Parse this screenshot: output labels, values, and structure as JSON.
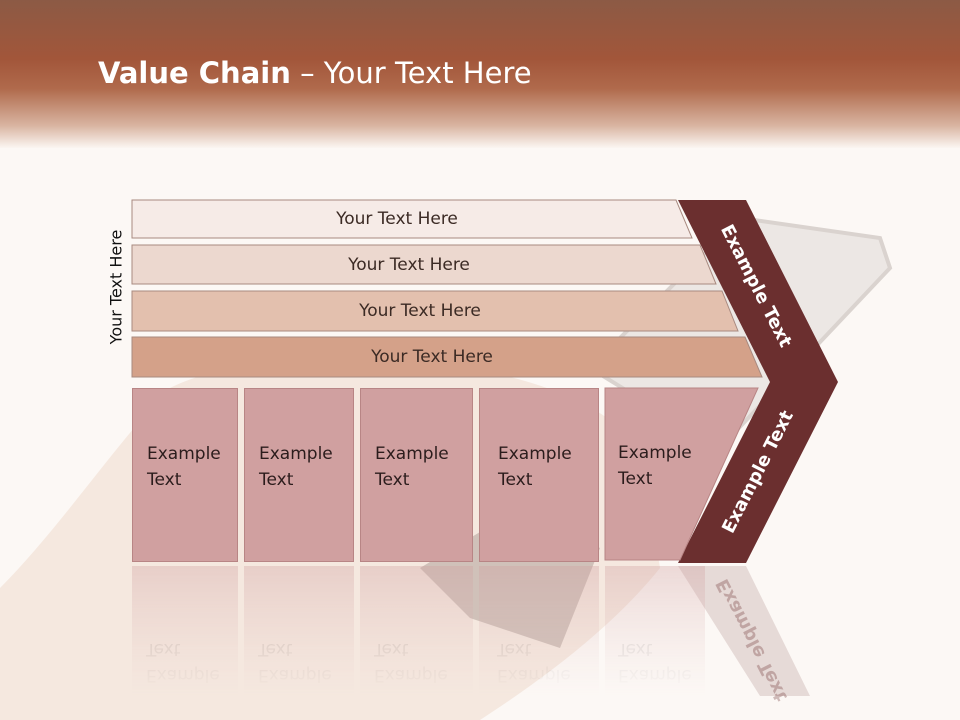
{
  "slide": {
    "title_bold": "Value Chain",
    "title_rest": " – Your Text Here",
    "vertical_label": "Your Text Here",
    "rows": [
      "Your Text Here",
      "Your Text Here",
      "Your Text Here",
      "Your Text Here"
    ],
    "columns": [
      {
        "line1": "Example",
        "line2": "Text"
      },
      {
        "line1": "Example",
        "line2": "Text"
      },
      {
        "line1": "Example",
        "line2": "Text"
      },
      {
        "line1": "Example",
        "line2": "Text"
      },
      {
        "line1": "Example",
        "line2": "Text"
      }
    ],
    "arrow_top_label": "Example Text",
    "arrow_bottom_label": "Example Text",
    "colors": {
      "header": "#a2563a",
      "row1": "#f6ebe7",
      "row2": "#ecd8cf",
      "row3": "#e3c0ae",
      "row4": "#d4a189",
      "columns": "#d0a0a0",
      "arrow": "#6b2f2f"
    }
  }
}
